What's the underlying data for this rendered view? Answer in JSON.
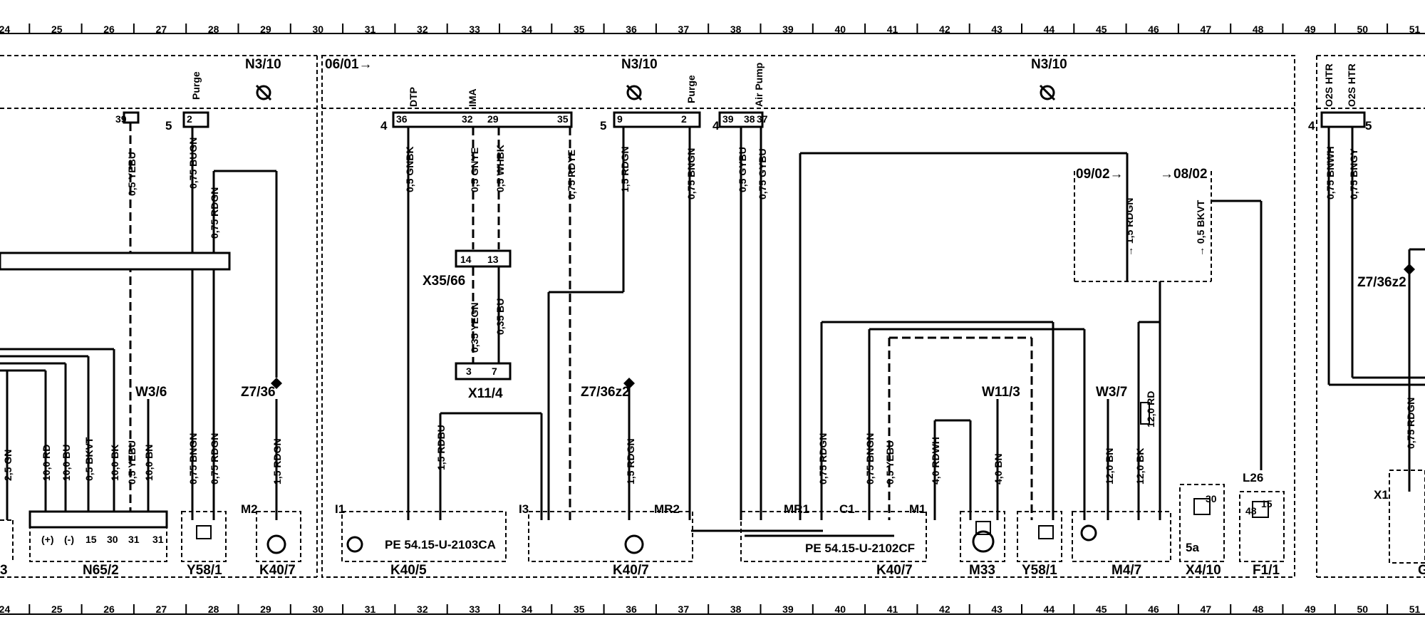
{
  "grid": {
    "numbers": [
      "24",
      "25",
      "26",
      "27",
      "28",
      "29",
      "30",
      "31",
      "32",
      "33",
      "34",
      "35",
      "36",
      "37",
      "38",
      "39",
      "40",
      "41",
      "42",
      "43",
      "44",
      "45",
      "46",
      "47",
      "48",
      "49",
      "50",
      "51"
    ]
  },
  "sections": {
    "left_title": "N3/10",
    "mid_title": "N3/10",
    "mid_start": "06/01→",
    "right_title": "N3/10",
    "ref_a": "09/02→",
    "ref_b": "→08/02"
  },
  "top_signals": {
    "purge_a": "Purge",
    "dtp": "DTP",
    "ima": "IMA",
    "purge_b": "Purge",
    "air_pump": "Air Pump",
    "o2s_a": "O2S HTR",
    "o2s_b": "O2S HTR"
  },
  "connector_nums": {
    "c5a": "5",
    "p2a": "2",
    "p39a": "39",
    "c4a": "4",
    "p36": "36",
    "p32": "32",
    "p29": "29",
    "p35": "35",
    "c5b": "5",
    "p9": "9",
    "p2b": "2",
    "c4b": "4",
    "p39b": "39",
    "p38": "38",
    "p37": "37",
    "c4c": "4",
    "c5c": "5"
  },
  "wires": [
    {
      "id": "w_yebu_top",
      "label": "0,5 YEBU"
    },
    {
      "id": "w_bugn",
      "label": "0,75 BUGN"
    },
    {
      "id": "w_rdgn_a",
      "label": "0,75 RDGN"
    },
    {
      "id": "w_gnbk",
      "label": "0,5 GNBK"
    },
    {
      "id": "w_gnye",
      "label": "0,5 GNYE"
    },
    {
      "id": "w_whbk",
      "label": "0,5 WHBK"
    },
    {
      "id": "w_rdye",
      "label": "0,75 RDYE"
    },
    {
      "id": "w_rdgn_b",
      "label": "1,5 RDGN"
    },
    {
      "id": "w_bngn_a",
      "label": "0,75 BNGN"
    },
    {
      "id": "w_gybu_a",
      "label": "0,5 GYBU"
    },
    {
      "id": "w_gybu_b",
      "label": "0,75 GYBU"
    },
    {
      "id": "w_rdgn_c",
      "label": "→ 1,5 RDGN"
    },
    {
      "id": "w_bkvt_top",
      "label": "→ 0,5 BKVT"
    },
    {
      "id": "w_bnwh",
      "label": "0,75 BNWH"
    },
    {
      "id": "w_bngy",
      "label": "0,75 BNGY"
    },
    {
      "id": "w_yegn",
      "label": "0,35 YEGN"
    },
    {
      "id": "w_bu",
      "label": "0,35 BU"
    },
    {
      "id": "w_gn25",
      "label": "2,5 GN"
    },
    {
      "id": "w_rd10",
      "label": "10,0 RD"
    },
    {
      "id": "w_bu10",
      "label": "10,0 BU"
    },
    {
      "id": "w_bkvt",
      "label": "0,5 BKVT"
    },
    {
      "id": "w_bk10",
      "label": "10,0 BK"
    },
    {
      "id": "w_yebu_low",
      "label": "0,5 YEBU"
    },
    {
      "id": "w_bn10",
      "label": "10,0 BN"
    },
    {
      "id": "w_bngn_b",
      "label": "0,75 BNGN"
    },
    {
      "id": "w_rdgn_d",
      "label": "0,75 RDGN"
    },
    {
      "id": "w_rdgn_e",
      "label": "1,5 RDGN"
    },
    {
      "id": "w_rdbu",
      "label": "1,5 RDBU"
    },
    {
      "id": "w_rdgn_f",
      "label": "1,5 RDGN"
    },
    {
      "id": "w_rdgn_g",
      "label": "0,75 RDGN"
    },
    {
      "id": "w_bngn_c",
      "label": "0,75 BNGN"
    },
    {
      "id": "w_yebu_c",
      "label": "0,5 YEBU"
    },
    {
      "id": "w_rdwh",
      "label": "4,0 RDWH"
    },
    {
      "id": "w_bn4",
      "label": "4,0 BN"
    },
    {
      "id": "w_bn12",
      "label": "12,0 BN"
    },
    {
      "id": "w_bk12",
      "label": "12,0 BK"
    },
    {
      "id": "w_rd12",
      "label": "12,0 RD"
    },
    {
      "id": "w_rdgn_h",
      "label": "0,75 RDGN"
    }
  ],
  "splices": {
    "x35": "X35/66",
    "x35_p14": "14",
    "x35_p13": "13",
    "x11": "X11/4",
    "x11_p3": "3",
    "x11_p7": "7"
  },
  "ground_points": {
    "w3_6": "W3/6",
    "z7_36": "Z7/36",
    "z7_36z2": "Z7/36z2",
    "w11_3": "W11/3",
    "w3_7": "W3/7",
    "z7_36z2_r": "Z7/36z2"
  },
  "components": {
    "n65_2": "N65/2",
    "y58_1_a": "Y58/1",
    "k40_7_a": "K40/7",
    "k40_5": "K40/5",
    "k40_7_b": "K40/7",
    "k40_7_c": "K40/7",
    "m33": "M33",
    "y58_1_b": "Y58/1",
    "m4_7": "M4/7",
    "x4_10": "X4/10",
    "f1_1": "F1/1",
    "l26": "L26",
    "x1": "X1",
    "partial_left": "3",
    "partial_right": "G",
    "m2": "M2",
    "i1": "I1",
    "i3": "I3",
    "mr2": "MR2",
    "mr1": "MR1",
    "c1": "C1",
    "m1": "M1",
    "pe_a": "PE 54.15-U-2103CA",
    "pe_b": "PE 54.15-U-2102CF",
    "pin_plus": "(+)",
    "pin_minus": "(-)",
    "fuse_5a": "5a",
    "p15": "15",
    "p30": "30",
    "p31": "31",
    "p31b": "31",
    "p30b": "30",
    "p15b": "15",
    "p48": "48"
  }
}
